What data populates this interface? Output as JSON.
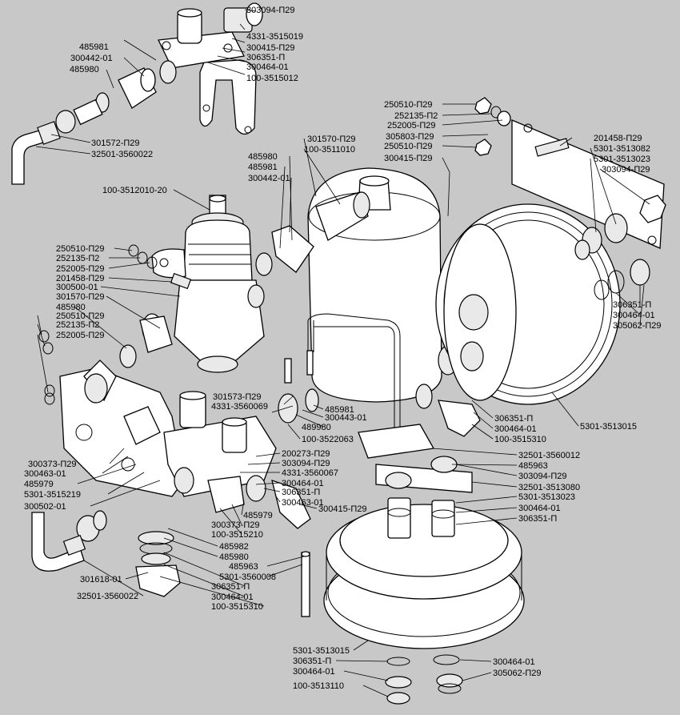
{
  "diagram": {
    "background": "#c8c8c8",
    "ink": "#000000",
    "labels": [
      "303094-П29",
      "4331-3515019",
      "300415-П29",
      "306351-П",
      "300464-01",
      "100-3515012",
      "485981",
      "300442-01",
      "485980",
      "301572-П29",
      "32501-3560022",
      "250510-П29",
      "252135-П2",
      "252005-П29",
      "305803-П29",
      "250510-П29",
      "300415-П29",
      "301570-П29",
      "100-3511010",
      "485980",
      "485981",
      "300442-01",
      "100-3512010-20",
      "201458-П29",
      "5301-3513082",
      "5301-3513023",
      "303094-П29",
      "250510-П29",
      "252135-П2",
      "252005-П29",
      "201458-П29",
      "300500-01",
      "301570-П29",
      "485980",
      "250510-П29",
      "252135-П2",
      "252005-П29",
      "306351-П",
      "300464-01",
      "305062-П29",
      "301573-П29",
      "4331-3560069",
      "485981",
      "300443-01",
      "489980",
      "100-3522063",
      "306351-П",
      "300464-01",
      "100-3515310",
      "5301-3513015",
      "32501-3560012",
      "485963",
      "303094-П29",
      "32501-3513080",
      "5301-3513023",
      "300464-01",
      "306351-П",
      "200273-П29",
      "303094-П29",
      "4331-3560067",
      "300464-01",
      "306351-П",
      "300463-01",
      "300415-П29",
      "300373-П29",
      "300463-01",
      "485979",
      "5301-3515219",
      "300502-01",
      "485979",
      "300373-П29",
      "100-3515210",
      "485982",
      "485980",
      "485963",
      "5301-3560008",
      "306351-П",
      "300464-01",
      "100-3515310",
      "301618-01",
      "32501-3560022",
      "5301-3513015",
      "306351-П",
      "300464-01",
      "100-3513110",
      "300464-01",
      "305062-П29"
    ]
  }
}
